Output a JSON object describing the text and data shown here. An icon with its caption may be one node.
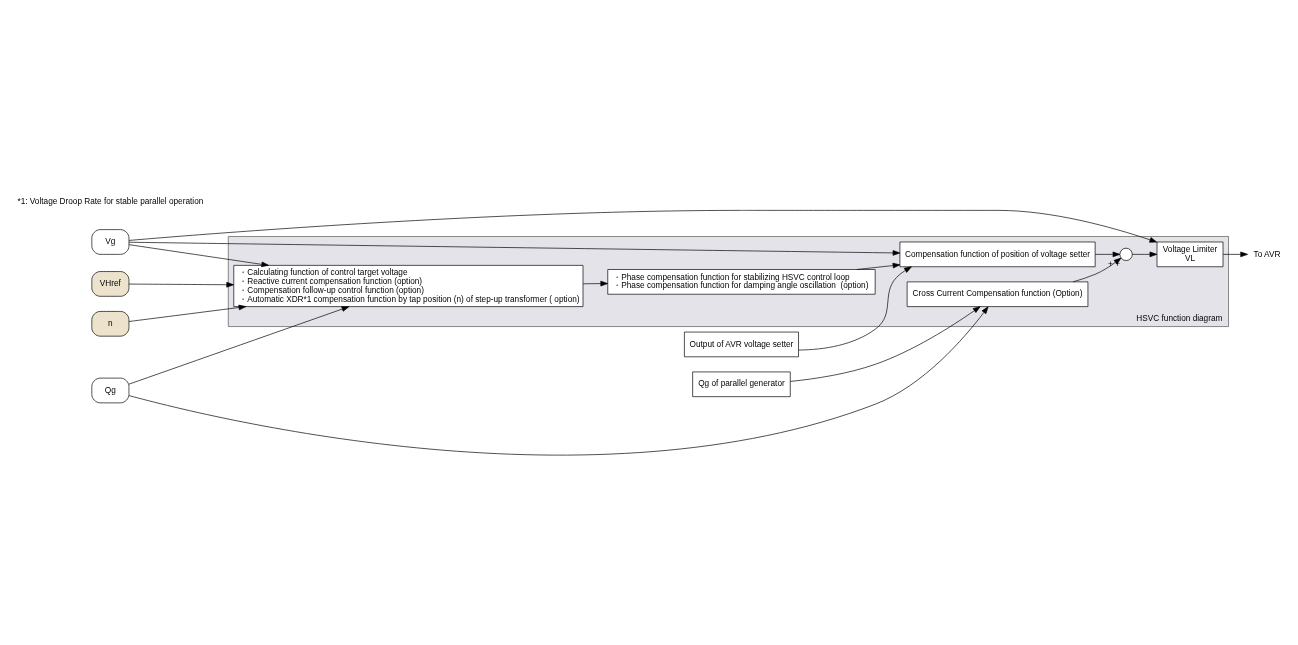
{
  "diagram": {
    "nodes": [
      {
        "text": [
          "HSVC function diagram"
        ]
      },
      {
        "text": [
          "VHref"
        ]
      },
      {
        "text": [
          "n"
        ]
      },
      {
        "text": [
          "Qg"
        ]
      },
      {
        "text": [
          "Output of AVR voltage setter"
        ]
      },
      {
        "text": [
          "Qg of parallel generator"
        ]
      },
      {
        "text": [
          "Vg"
        ]
      },
      {
        "text": [
          "・Calculating function of control target voltage",
          "・Reactive current compensation function (option)",
          "・Compensation follow-up control function (option)",
          "・Automatic XDR*1 compensation function by tap position (n) of step-up transformer ( option)"
        ],
        "in": 0
      },
      {
        "text": [
          "・Phase compensation function for stabilizing HSVC control loop",
          "・Phase compensation function for damping angle oscillation  (option)"
        ],
        "in": 0
      },
      {
        "text": [
          "Compensation function of position of voltage setter"
        ],
        "in": 0
      },
      {
        "text": [
          "Cross Current Compensation function (Option)"
        ],
        "in": 0
      },
      {
        "text": [],
        "shape": "circle",
        "beside": [
          "+",
          "+"
        ],
        "in": 0
      },
      {
        "text": [
          "Voltage Limiter",
          "VL"
        ],
        "in": 0
      },
      {
        "text": [
          "To AVR"
        ]
      }
    ],
    "edges": [
      {
        "from": 1,
        "to": 7,
        "arrow": "to"
      },
      {
        "from": 2,
        "to": 7,
        "arrow": "to"
      },
      {
        "from": 3,
        "to": 7,
        "arrow": "to"
      },
      {
        "from": 6,
        "to": 7,
        "arrow": "to"
      },
      {
        "from": 7,
        "to": 8,
        "arrow": "to"
      },
      {
        "from": 8,
        "to": 9,
        "arrow": "to"
      },
      {
        "from": 4,
        "to": 9,
        "arrow": "to"
      },
      {
        "from": 6,
        "to": 9,
        "arrow": "to"
      },
      {
        "from": 5,
        "to": 10,
        "arrow": "to"
      },
      {
        "from": 3,
        "to": 10,
        "arrow": "to"
      },
      {
        "from": 10,
        "to": 11,
        "arrow": "to"
      },
      {
        "from": 9,
        "to": 11,
        "arrow": "to"
      },
      {
        "from": 11,
        "to": 12,
        "arrow": "to"
      },
      {
        "from": 6,
        "to": 12,
        "arrow": "to"
      },
      {
        "from": 12,
        "to": 13,
        "arrow": "to"
      }
    ],
    "labels": [
      "*1: Voltage Droop Rate for stable parallel operation"
    ]
  }
}
